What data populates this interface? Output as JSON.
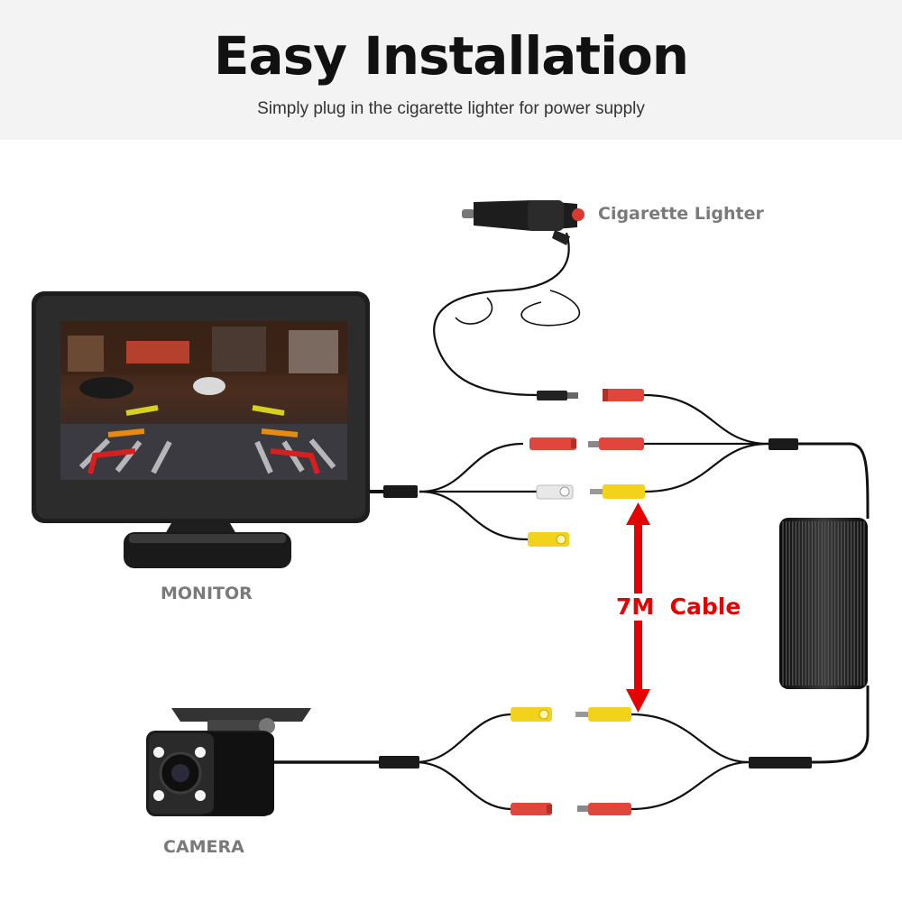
{
  "header": {
    "title": "Easy Installation",
    "subtitle": "Simply plug in the cigarette lighter for power supply"
  },
  "labels": {
    "cigarette_lighter": "Cigarette Lighter",
    "monitor": "MONITOR",
    "camera": "CAMERA",
    "cable": "7M  Cable"
  },
  "colors": {
    "cable_black": "#111111",
    "connector_red": "#e0463c",
    "connector_yellow": "#f2d21a",
    "connector_white": "#e8e8e8",
    "arrow_red": "#e60000",
    "label_gray": "#7a7a7a",
    "header_bg": "#f3f3f3"
  }
}
